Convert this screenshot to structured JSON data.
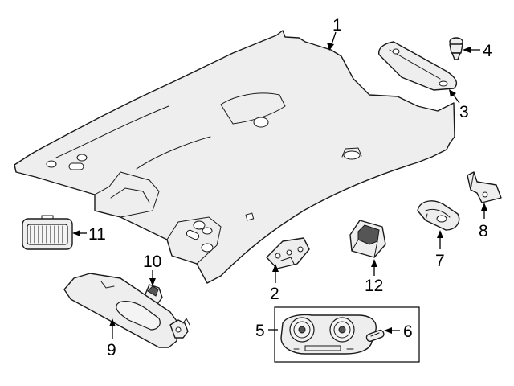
{
  "callouts": {
    "c1": "1",
    "c2": "2",
    "c3": "3",
    "c4": "4",
    "c5": "5",
    "c6": "6",
    "c7": "7",
    "c8": "8",
    "c9": "9",
    "c10": "10",
    "c11": "11",
    "c12": "12"
  },
  "colors": {
    "line": "#1a1a1a",
    "fill": "#eeeeee",
    "background": "#ffffff"
  }
}
